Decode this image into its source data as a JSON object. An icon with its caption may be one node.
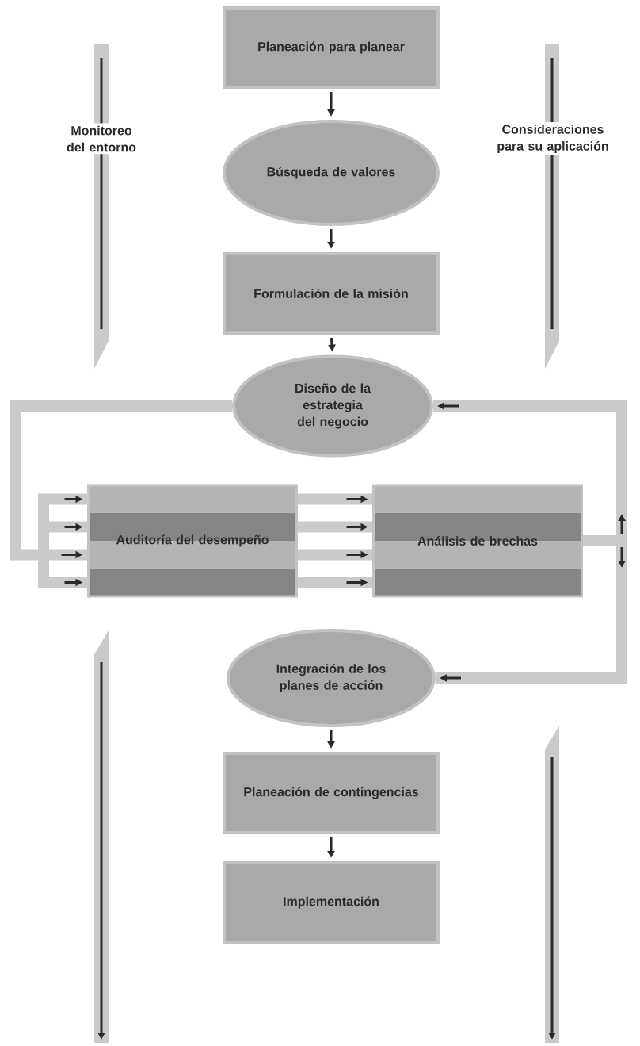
{
  "diagram": {
    "nodes": [
      {
        "text": [
          "Planeación para planear"
        ]
      },
      {
        "text": [
          "Búsqueda de valores"
        ]
      },
      {
        "text": [
          "Formulación de la misión"
        ]
      },
      {
        "text": [
          "Diseño de la estrategia del negocio"
        ]
      },
      {
        "text": [
          "Auditoría del desempeño"
        ]
      },
      {
        "text": [
          "Análisis de brechas"
        ]
      },
      {
        "text": [
          "Integración de los planes de acción"
        ]
      },
      {
        "text": [
          "Planeación de contingencias"
        ]
      },
      {
        "text": [
          "Implementación"
        ]
      }
    ],
    "edges": [
      {
        "from": 0,
        "to": 1,
        "arrow": "to",
        "color": "#2a2a2a"
      },
      {
        "from": 1,
        "to": 2,
        "arrow": "to",
        "color": "#2a2a2a"
      },
      {
        "from": 2,
        "to": 3,
        "arrow": "to",
        "color": "#2a2a2a"
      },
      {
        "from": 3,
        "to": 4,
        "arrow": "to"
      },
      {
        "from": 4,
        "to": 5,
        "arrow": "to"
      },
      {
        "from": 4,
        "to": 5,
        "arrow": "to"
      },
      {
        "from": 4,
        "to": 5,
        "arrow": "to"
      },
      {
        "from": 4,
        "to": 5,
        "arrow": "to"
      },
      {
        "from": 5,
        "to": 3,
        "arrow": "to"
      },
      {
        "from": 5,
        "to": 6,
        "arrow": "to"
      },
      {
        "from": 6,
        "to": 7,
        "arrow": "to",
        "color": "#2a2a2a"
      },
      {
        "from": 7,
        "to": 8,
        "arrow": "to",
        "color": "#2a2a2a"
      }
    ],
    "labels": [
      "Monitoreo del entorno",
      "Consideraciones para su aplicación"
    ]
  }
}
